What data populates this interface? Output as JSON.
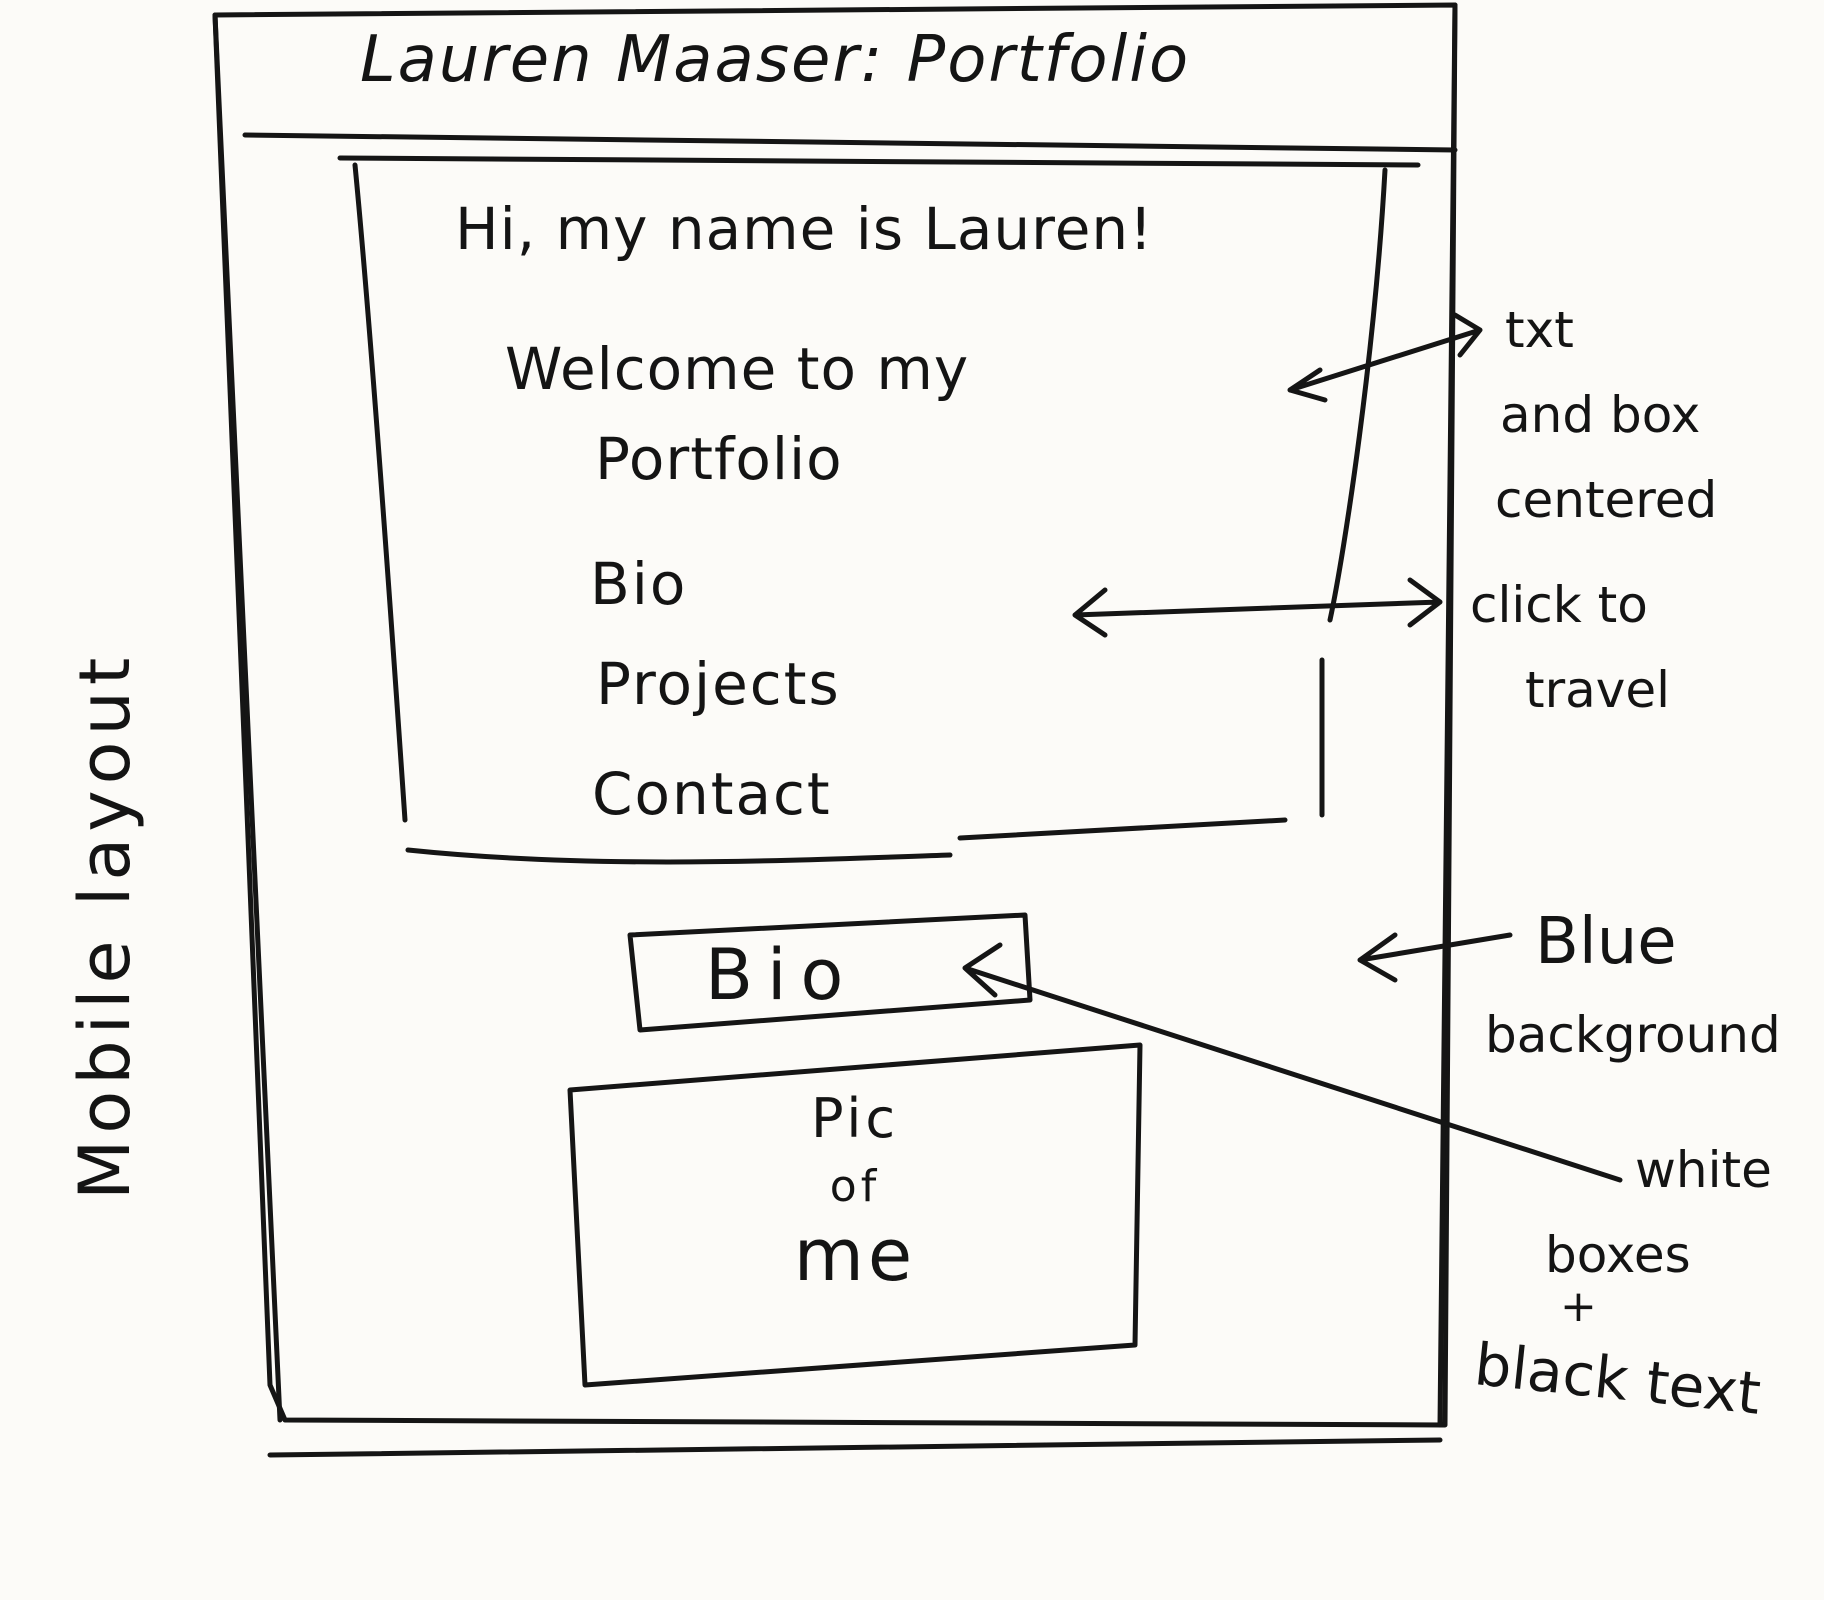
{
  "header": {
    "title": "Lauren Maaser: Portfolio"
  },
  "intro": {
    "greeting": "Hi, my name is Lauren!",
    "welcome_line1": "Welcome to my",
    "welcome_line2": "Portfolio"
  },
  "nav": {
    "items": [
      {
        "label": "Bio"
      },
      {
        "label": "Projects"
      },
      {
        "label": "Contact"
      }
    ]
  },
  "bio_section": {
    "heading": "Bio",
    "photo_placeholder": {
      "line1": "Pic",
      "line2": "of",
      "line3": "me"
    }
  },
  "annotations": {
    "txt": "txt",
    "and_box": "and box",
    "centered": "centered",
    "click_to": "click to",
    "travel": "travel",
    "blue": "Blue",
    "background": "background",
    "white": "white",
    "boxes": "boxes",
    "plus": "+",
    "black_text": "black text",
    "side_label": "Mobile layout"
  },
  "colors": {
    "ink": "#141414",
    "paper": "#fcfbf8"
  }
}
